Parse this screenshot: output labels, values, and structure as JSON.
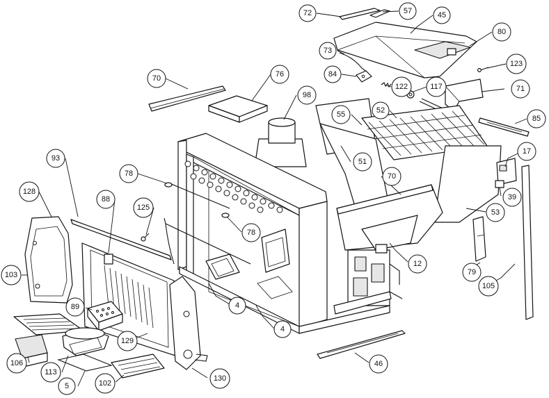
{
  "callouts": {
    "c72": "72",
    "c57": "57",
    "c45": "45",
    "c80": "80",
    "c73": "73",
    "c123": "123",
    "c84": "84",
    "c122": "122",
    "c117": "117",
    "c71": "71",
    "c70a": "70",
    "c76": "76",
    "c98": "98",
    "c55": "55",
    "c52": "52",
    "c85": "85",
    "c93": "93",
    "c17": "17",
    "c51": "51",
    "c70b": "70",
    "c78a": "78",
    "c128": "128",
    "c88": "88",
    "c125": "125",
    "c39": "39",
    "c53": "53",
    "c78b": "78",
    "c12": "12",
    "c79": "79",
    "c103": "103",
    "c105": "105",
    "c4a": "4",
    "c89": "89",
    "c4b": "4",
    "c129": "129",
    "c106": "106",
    "c113": "113",
    "c46": "46",
    "c130": "130",
    "c5": "5",
    "c102": "102"
  }
}
